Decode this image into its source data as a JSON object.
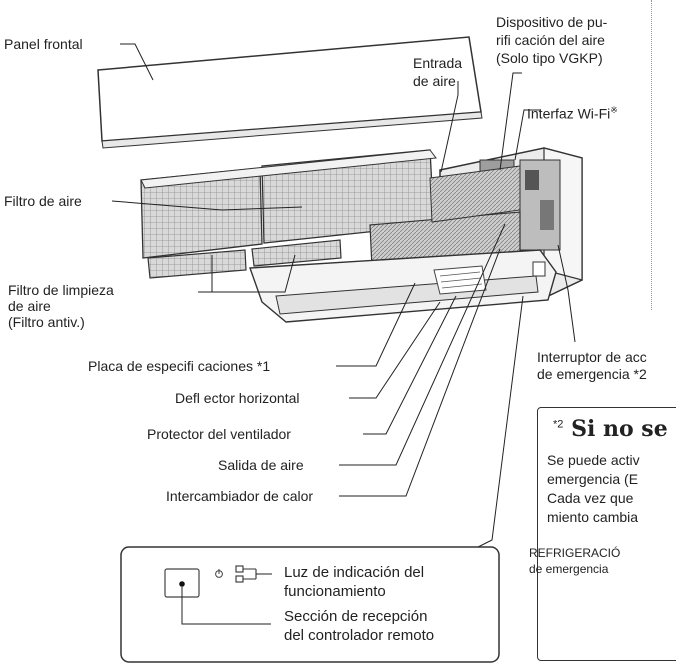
{
  "labels": {
    "panel_frontal": "Panel frontal",
    "filtro_aire": "Filtro de aire",
    "filtro_limpieza_1": "Filtro de limpieza",
    "filtro_limpieza_2": "de aire",
    "filtro_limpieza_3": "(Filtro antiv.)",
    "placa": "Placa de especifi caciones *1",
    "deflector": "Defl ector horizontal",
    "protector": "Protector del ventilador",
    "salida": "Salida de aire",
    "intercambiador": "Intercambiador de calor",
    "entrada_1": "Entrada",
    "entrada_2": "de aire",
    "dispositivo_1": "Dispositivo de pu-",
    "dispositivo_2": "rifi cación del aire",
    "dispositivo_3": "(Solo tipo VGKP)",
    "wifi": "Interfaz Wi-Fi",
    "wifi_mark": "※",
    "interruptor_1": "Interruptor de acc",
    "interruptor_2": "de emergencia *2"
  },
  "callout": {
    "luz_1": "Luz de indicación del",
    "luz_2": "funcionamiento",
    "seccion_1": "Sección de recepción",
    "seccion_2": "del controlador remoto"
  },
  "note": {
    "mark": "*2",
    "title": "Si no se",
    "line1": "Se puede activ",
    "line2": "emergencia (E",
    "line3": "Cada vez que",
    "line4": "miento cambia",
    "mode_1": "REFRIGERACIÓ",
    "mode_2": "de emergencia"
  },
  "icons": [
    "power-icon",
    "indicator-light-icon",
    "sun-lamp-icon",
    "receiver-window-icon"
  ]
}
